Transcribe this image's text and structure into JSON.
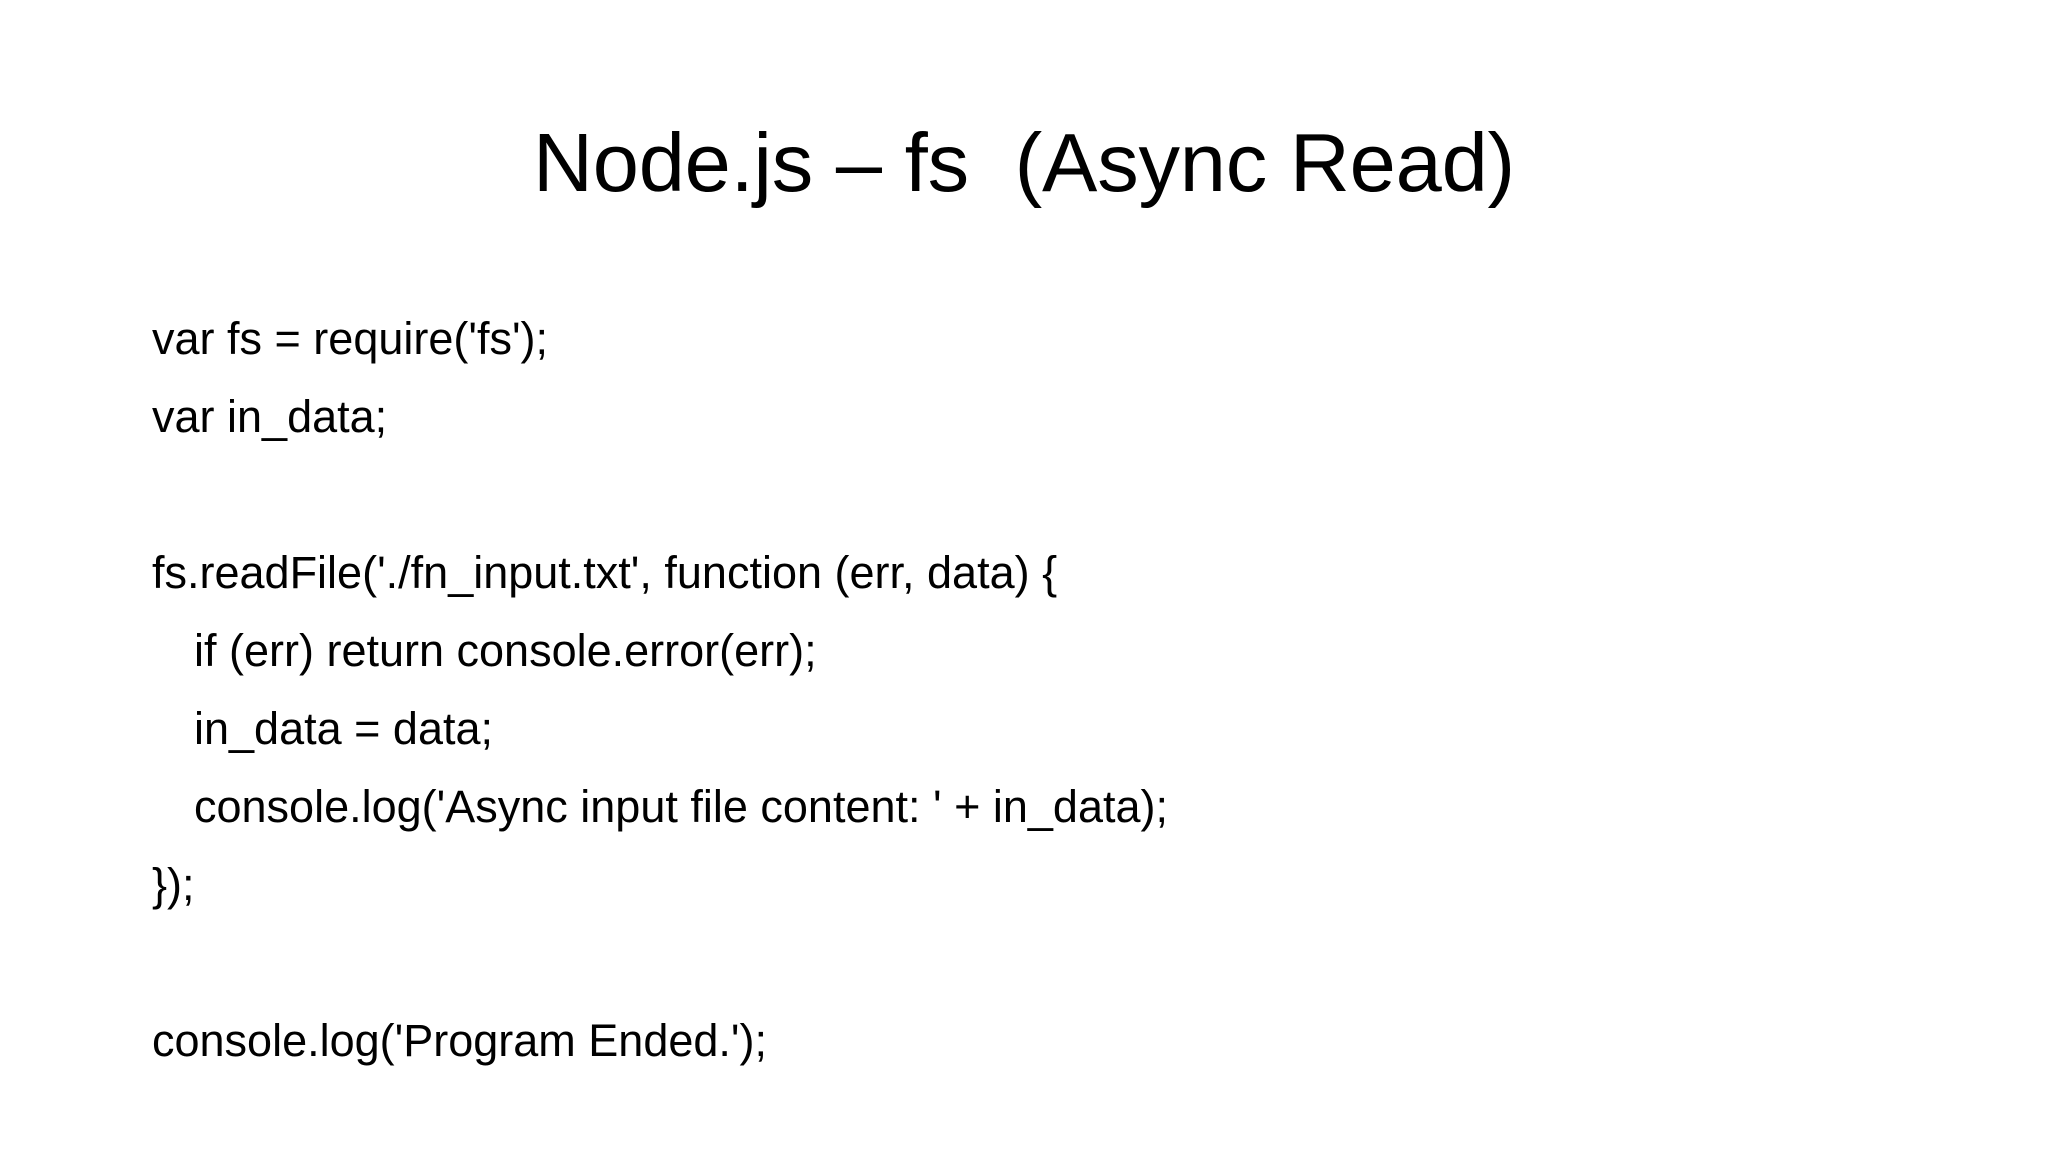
{
  "slide": {
    "title": "Node.js – fs  (Async Read)",
    "background_color": "#ffffff",
    "text_color": "#000000",
    "code_lines": [
      {
        "text": "var fs = require('fs');",
        "indent": 0
      },
      {
        "text": "var in_data;",
        "indent": 0
      },
      {
        "text": "",
        "indent": 0
      },
      {
        "text": "fs.readFile('./fn_input.txt', function (err, data) {",
        "indent": 0
      },
      {
        "text": "if (err) return console.error(err);",
        "indent": 1
      },
      {
        "text": "in_data = data;",
        "indent": 1
      },
      {
        "text": "console.log('Async input file content: ' + in_data);",
        "indent": 1
      },
      {
        "text": "});",
        "indent": 0
      },
      {
        "text": "",
        "indent": 0
      },
      {
        "text": "console.log('Program Ended.');",
        "indent": 0
      }
    ]
  }
}
